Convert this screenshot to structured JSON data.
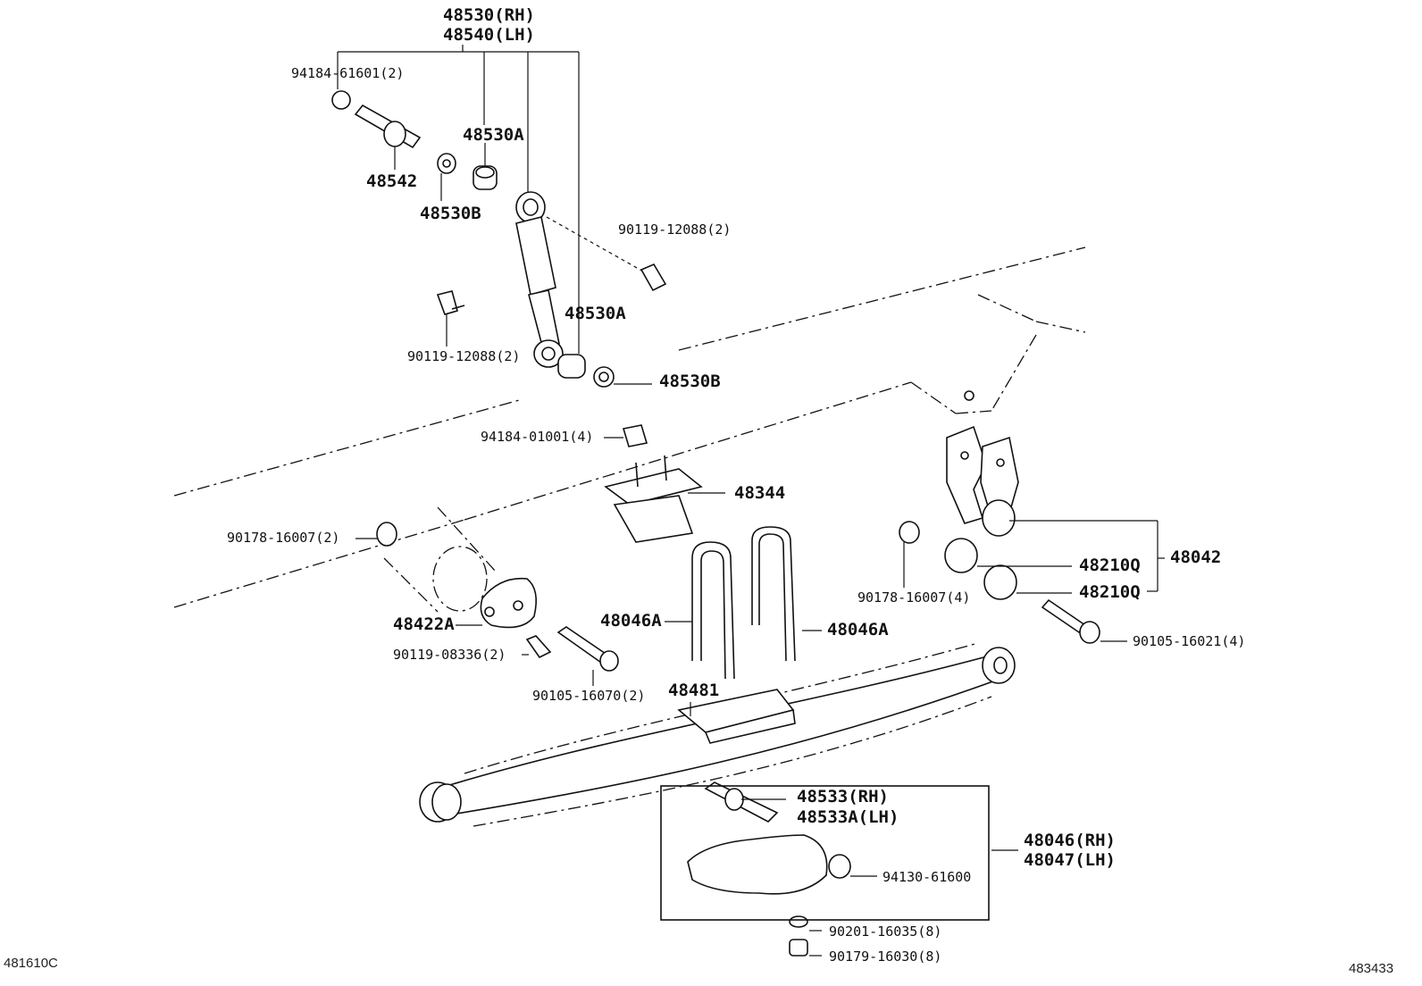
{
  "diagram": {
    "labels": {
      "shock_rh": "48530(RH)",
      "shock_lh": "48540(LH)",
      "nut_94184_61601": "94184-61601(2)",
      "bushing_48530A_top": "48530A",
      "pin_48542": "48542",
      "washer_48530B_top": "48530B",
      "bolt_90119_12088_right": "90119-12088(2)",
      "bushing_48530A_bottom": "48530A",
      "bolt_90119_12088_left": "90119-12088(2)",
      "washer_48530B_bottom": "48530B",
      "nut_94184_01001": "94184-01001(4)",
      "bumper_48344": "48344",
      "nut_90178_left": "90178-16007(2)",
      "nut_90178_right": "90178-16007(4)",
      "shackle_48042": "48042",
      "bushing_48210Q_1": "48210Q",
      "bushing_48210Q_2": "48210Q",
      "bracket_48422A": "48422A",
      "bolt_90119_08336": "90119-08336(2)",
      "ubolt_48046A_left": "48046A",
      "ubolt_48046A_right": "48046A",
      "bolt_90105_16021": "90105-16021(4)",
      "bolt_90105_16070": "90105-16070(2)",
      "seat_48481": "48481",
      "pin_48533_rh": "48533(RH)",
      "pin_48533A_lh": "48533A(LH)",
      "hanger_48046_rh": "48046(RH)",
      "hanger_48047_lh": "48047(LH)",
      "nut_94130_61600": "94130-61600",
      "washer_90201": "90201-16035(8)",
      "nut_90179": "90179-16030(8)"
    },
    "footer": {
      "left_code": "481610C",
      "right_code": "483433"
    }
  }
}
